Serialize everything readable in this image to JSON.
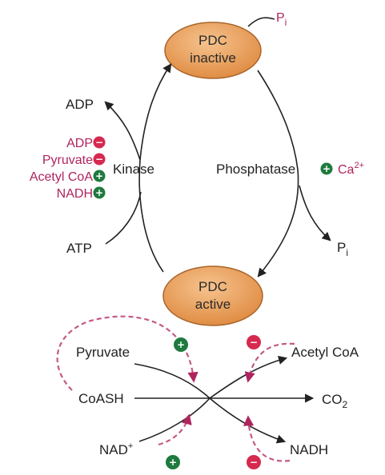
{
  "nodes": {
    "inactive": {
      "line1": "PDC",
      "line2": "inactive"
    },
    "active": {
      "line1": "PDC",
      "line2": "active"
    }
  },
  "enzymes": {
    "kinase": "Kinase",
    "phosphatase": "Phosphatase"
  },
  "species": {
    "pi_top": "P",
    "pi_sub": "i",
    "adp_product": "ADP",
    "atp": "ATP",
    "pi_product": "P",
    "pi_product_sub": "i",
    "pyruvate": "Pyruvate",
    "coash": "CoASH",
    "nad": "NAD",
    "nad_sup": "+",
    "acetyl_coa": "Acetyl CoA",
    "co2": "CO",
    "co2_sub": "2",
    "nadh": "NADH"
  },
  "kinase_regulators": [
    {
      "label": "ADP",
      "effect": "−"
    },
    {
      "label": "Pyruvate",
      "effect": "−"
    },
    {
      "label": "Acetyl CoA",
      "effect": "+"
    },
    {
      "label": "NADH",
      "effect": "+"
    }
  ],
  "phosphatase_regulator": {
    "label": "Ca",
    "sup": "2+",
    "effect": "+"
  },
  "reaction_effects": {
    "pyruvate": "+",
    "acetyl_coa": "−",
    "nad": "+",
    "nadh": "−"
  },
  "colors": {
    "node_fill": "#e9a25c",
    "node_stroke": "#a8652a",
    "regulator_text": "#b0245e",
    "activator": "#1e7a3e",
    "inhibitor": "#d6294f",
    "feedback": "#c45a86"
  }
}
